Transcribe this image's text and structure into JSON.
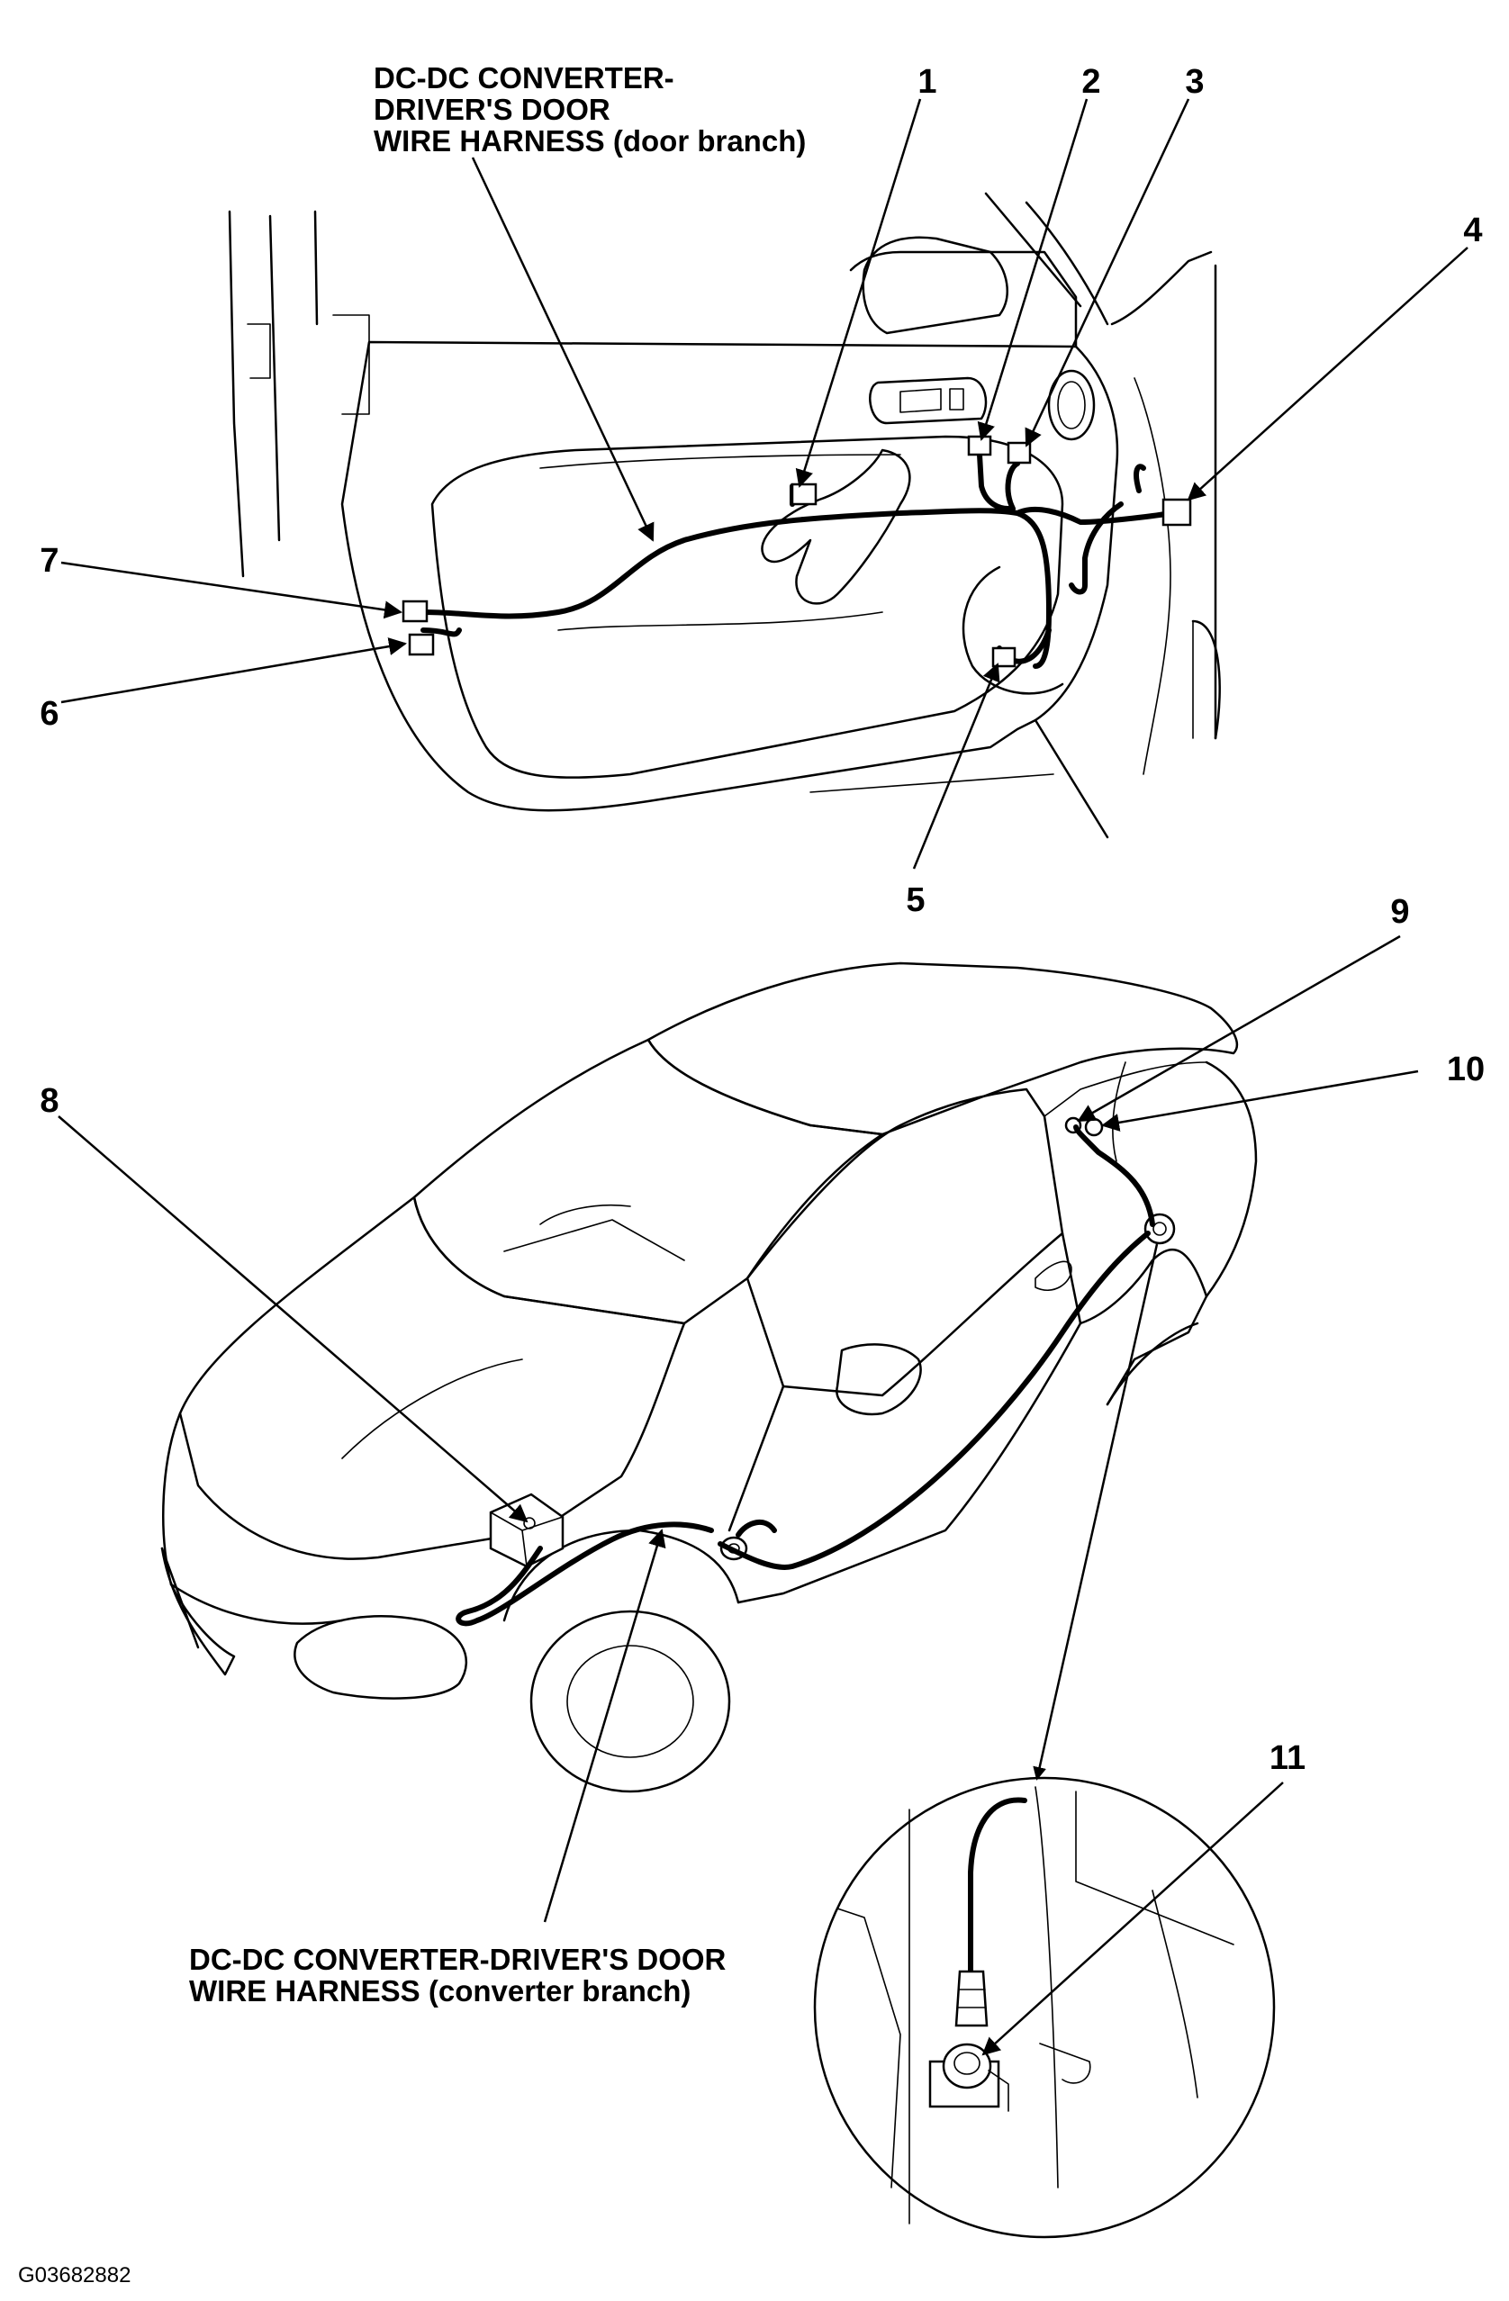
{
  "labels": {
    "door_branch": [
      "DC-DC CONVERTER-",
      "DRIVER'S DOOR",
      "WIRE HARNESS (door branch)"
    ],
    "converter_branch": [
      "DC-DC CONVERTER-DRIVER'S DOOR",
      "WIRE HARNESS (converter branch)"
    ]
  },
  "callouts": [
    "1",
    "2",
    "3",
    "4",
    "5",
    "6",
    "7",
    "8",
    "9",
    "10",
    "11"
  ],
  "figure_id": "G03682882"
}
